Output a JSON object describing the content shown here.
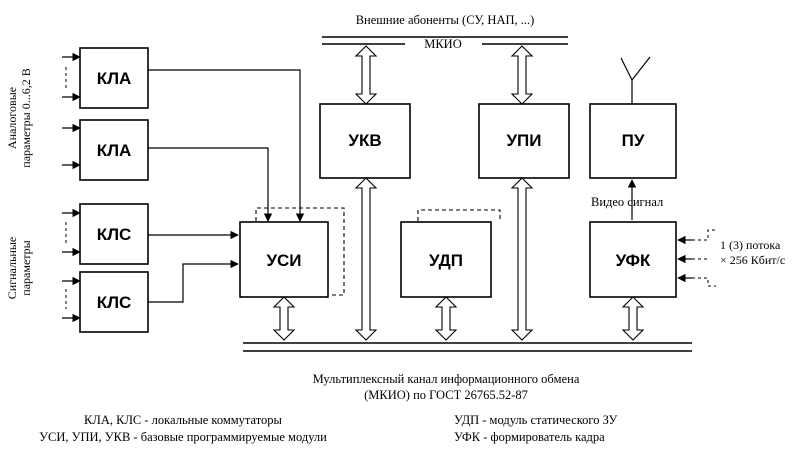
{
  "diagram": {
    "top_label": "Внешние абоненты  (СУ, НАП, ...)",
    "top_bus_label": "МКИО",
    "blocks": {
      "kla1": "КЛА",
      "kla2": "КЛА",
      "kls1": "КЛС",
      "kls2": "КЛС",
      "usi": "УСИ",
      "ukv": "УКВ",
      "upi": "УПИ",
      "pu": "ПУ",
      "udp": "УДП",
      "ufk": "УФК"
    },
    "left_label_analog_line1": "Аналоговые",
    "left_label_analog_line2": "параметры 0...6,2 В",
    "left_label_signal_line1": "Сигнальные",
    "left_label_signal_line2": "параметры",
    "video_label": "Видео  сигнал",
    "stream_label_line1": "1 (3) потока",
    "stream_label_line2": "× 256 Кбит/с",
    "bottom_bus_line1": "Мультиплексный канал информационного обмена",
    "bottom_bus_line2": "(МКИО) по ГОСТ 26765.52-87",
    "legend": {
      "left_line1": "КЛА, КЛС - локальные коммутаторы",
      "left_line2": "УСИ, УПИ, УКВ - базовые программируемые модули",
      "right_line1": "УДП - модуль статического ЗУ",
      "right_line2": "УФК - формирователь кадра"
    }
  }
}
